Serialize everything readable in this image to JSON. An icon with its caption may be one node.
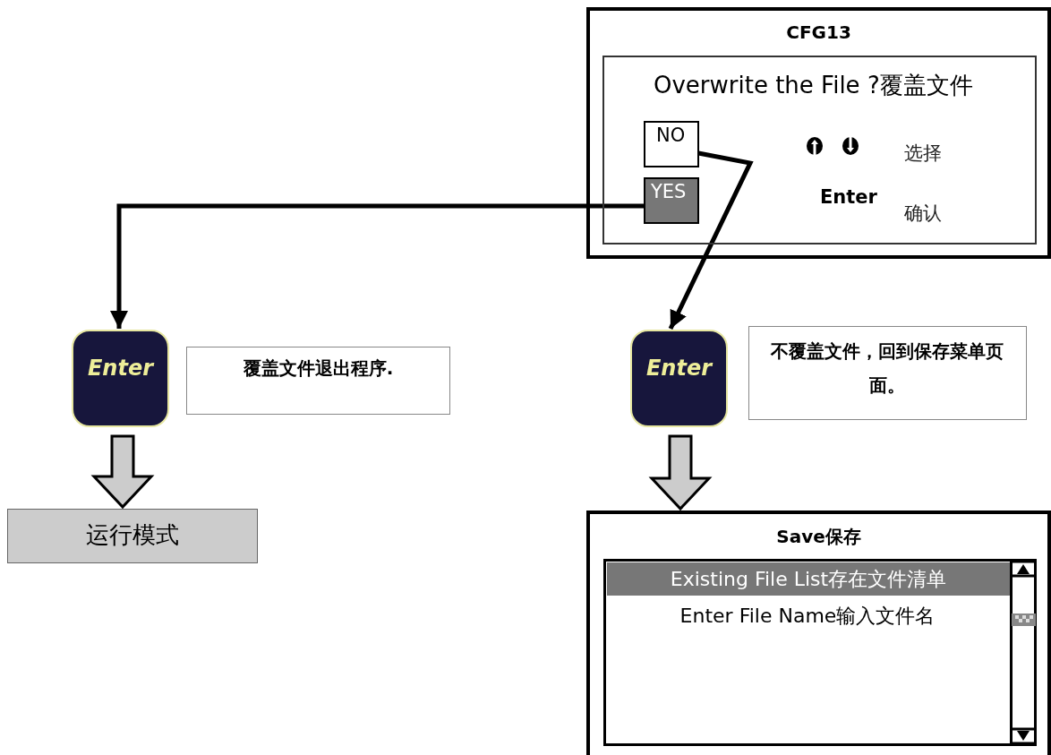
{
  "diagram": {
    "nodes": [
      {
        "text": [
          "CFG13"
        ]
      },
      {
        "text": [
          "Overwrite the File ?覆盖文件"
        ],
        "in": 0
      },
      {
        "text": [
          "NO"
        ],
        "in": 1
      },
      {
        "text": [
          "YES"
        ],
        "in": 1
      },
      {
        "text": [
          "Enter"
        ]
      },
      {
        "text": [
          "覆盖文件退出程序."
        ]
      },
      {
        "text": [
          "Enter"
        ]
      },
      {
        "text": [
          "不覆盖文件，回到保存菜单页面。"
        ]
      },
      {
        "text": [
          "运行模式"
        ]
      },
      {
        "text": [
          "Save保存"
        ]
      },
      {
        "text": [
          "Existing File List存在文件清单",
          "Enter File Name输入文件名"
        ],
        "in": 9
      }
    ],
    "edges": [
      {
        "from": 3,
        "to": 4,
        "arrow": "to"
      },
      {
        "from": 2,
        "to": 6,
        "arrow": "to"
      },
      {
        "from": 4,
        "to": 8,
        "arrow": "to",
        "style": "thick"
      },
      {
        "from": 6,
        "to": 9,
        "arrow": "to",
        "style": "thick"
      }
    ],
    "labels": [
      "选择",
      "Enter",
      "确认"
    ]
  }
}
